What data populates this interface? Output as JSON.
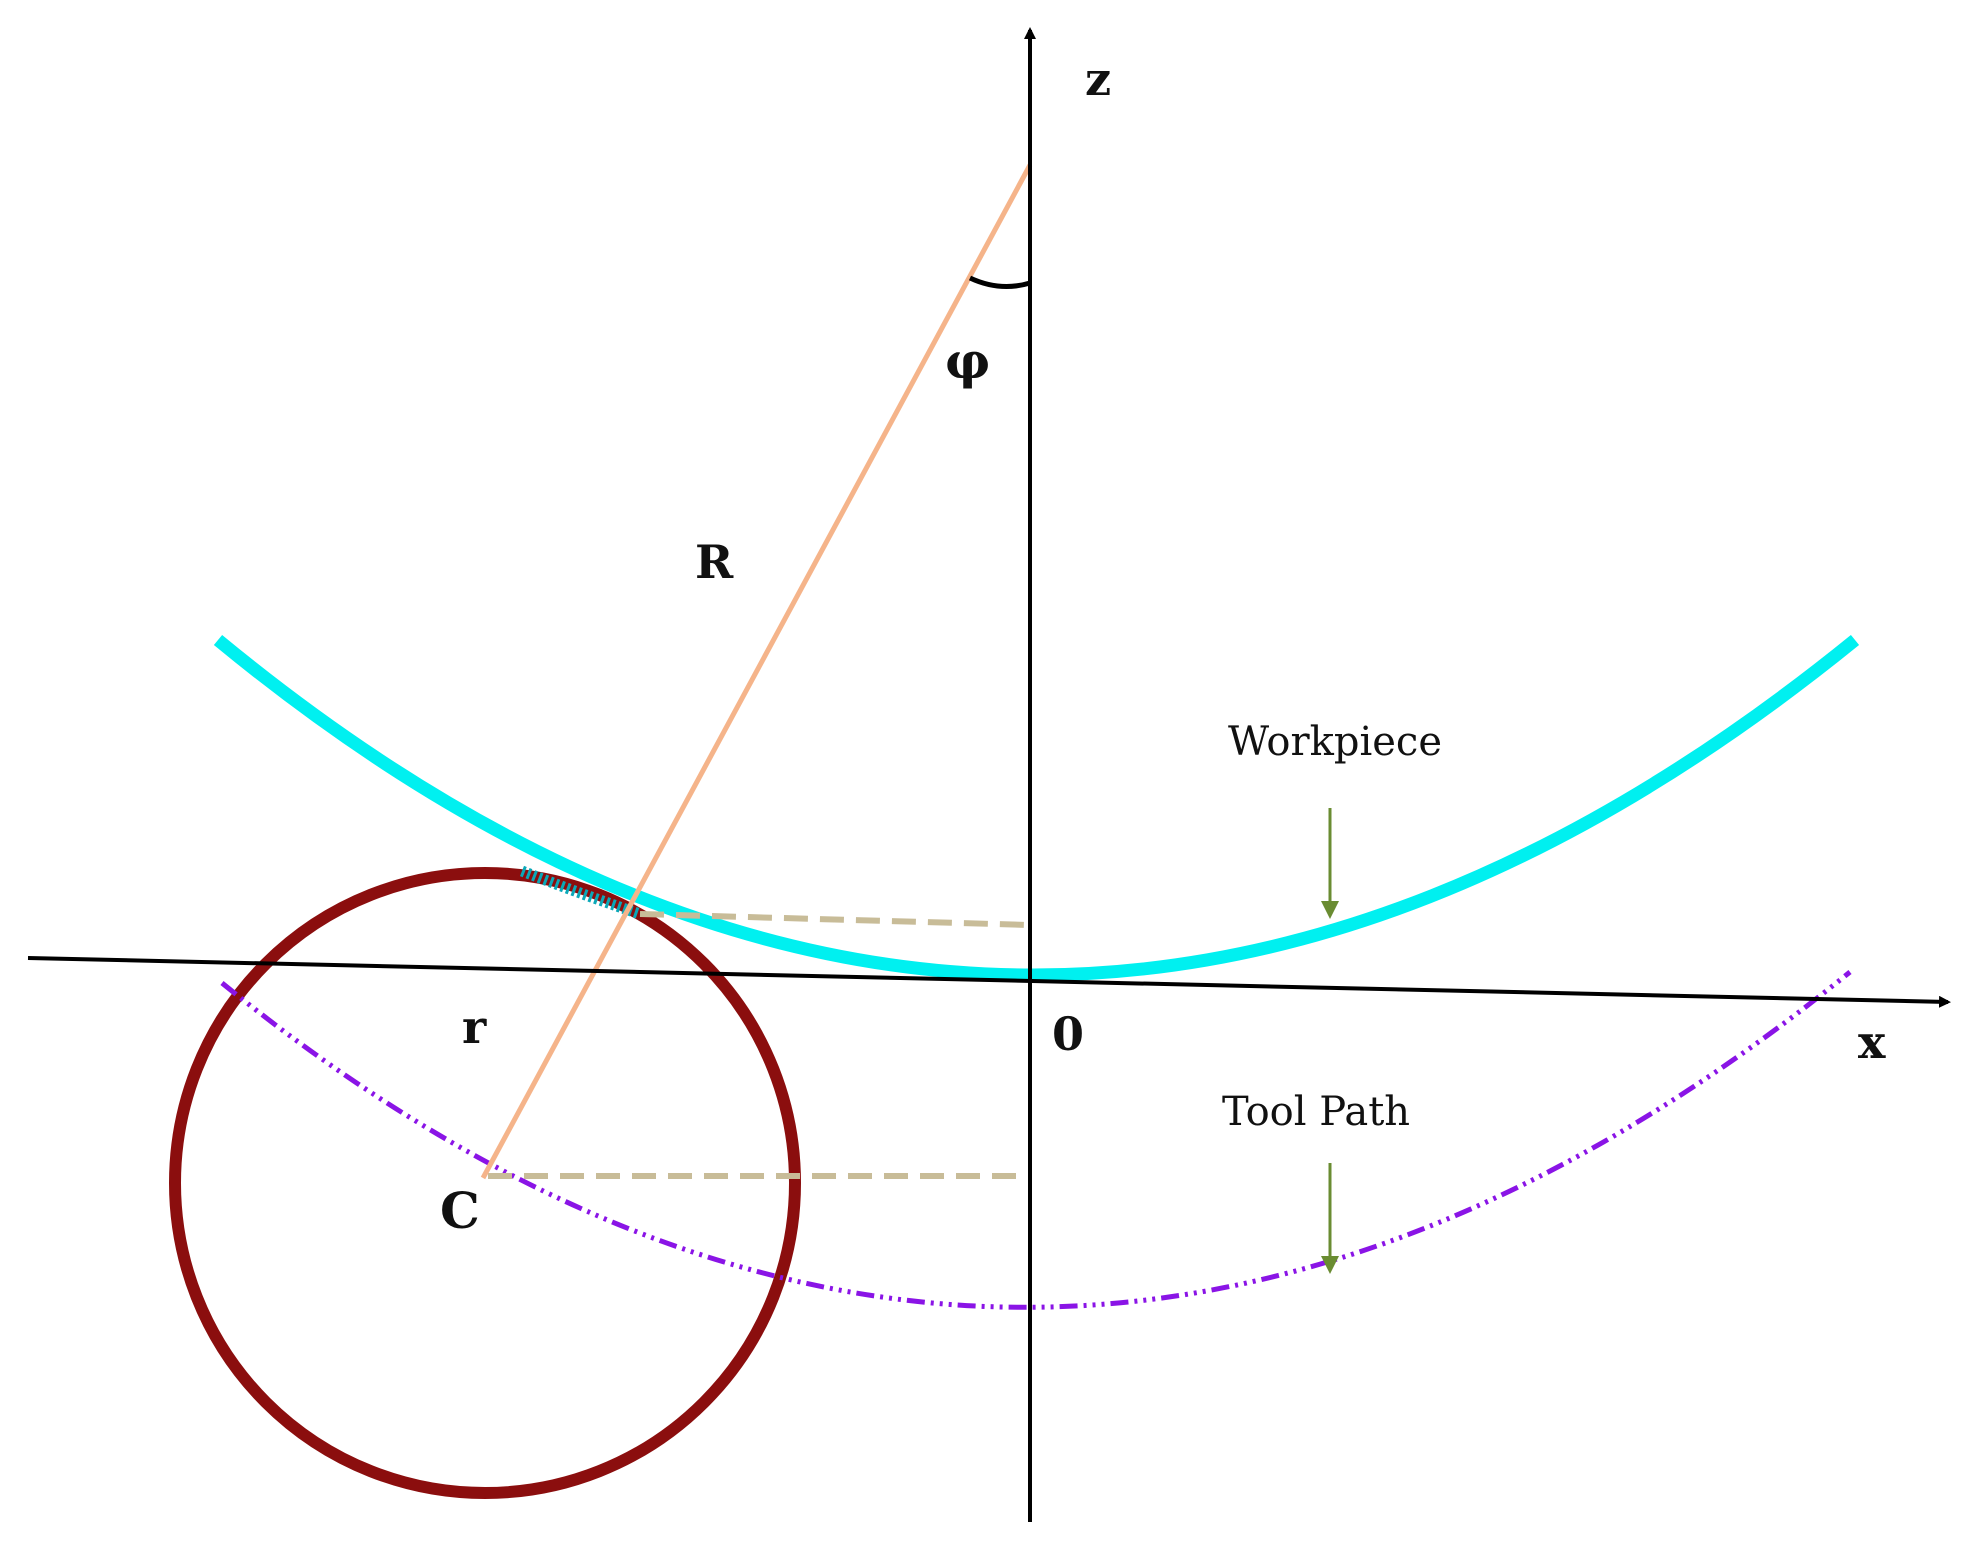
{
  "labels": {
    "z_axis": "z",
    "x_axis": "x",
    "origin": "0",
    "phi": "φ",
    "big_radius": "R",
    "small_radius": "r",
    "center": "C",
    "workpiece": "Workpiece",
    "tool_path": "Tool Path"
  },
  "colors": {
    "axes": "#000000",
    "workpiece_curve": "#00f0f0",
    "tool_path_curve": "#8a14e6",
    "tool_circle": "#8b0e0e",
    "radius_line": "#f5b48a",
    "dashed_guides": "#c8bc98",
    "arrows": "#6a8c32"
  },
  "icons": {
    "workpiece_pointer": "arrow-down-icon",
    "tool_path_pointer": "arrow-down-icon"
  }
}
